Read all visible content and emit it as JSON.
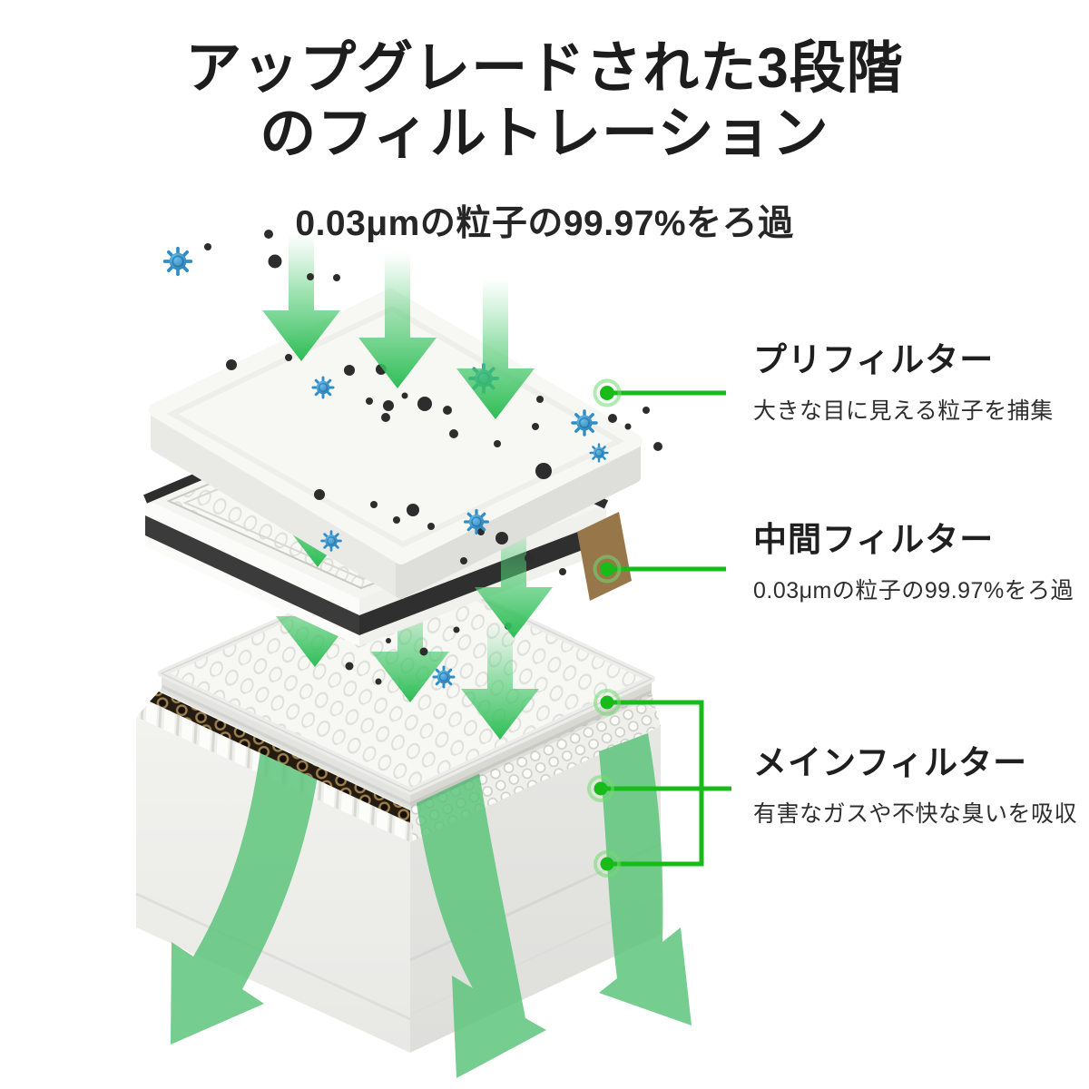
{
  "header": {
    "title_line1": "アップグレードされた3段階",
    "title_line2": "のフィルトレーション",
    "subtitle": "0.03μmの粒子の99.97%をろ過"
  },
  "callouts": {
    "pre": {
      "title": "プリフィルター",
      "description": "大きな目に見える粒子を捕集"
    },
    "middle": {
      "title": "中間フィルター",
      "description": "0.03μmの粒子の99.97%をろ過"
    },
    "main": {
      "title": "メインフィルター",
      "description": "有害なガスや不快な臭いを吸収"
    }
  },
  "icons": {
    "airflow": "down-arrow-icon",
    "outflow": "curved-arrow-icon",
    "particle": "dust-dot-icon",
    "germ": "virus-icon",
    "pointer": "leader-dot-icon"
  },
  "colors": {
    "accent_green": "#18bc18",
    "arrow_green": "#2dbd55",
    "outflow_green": "#5ac47a",
    "germ_blue": "#2e8ec9",
    "carbon_brown": "#9c7b49",
    "frame_dark": "#383838",
    "text_dark": "#1d1d1d"
  }
}
